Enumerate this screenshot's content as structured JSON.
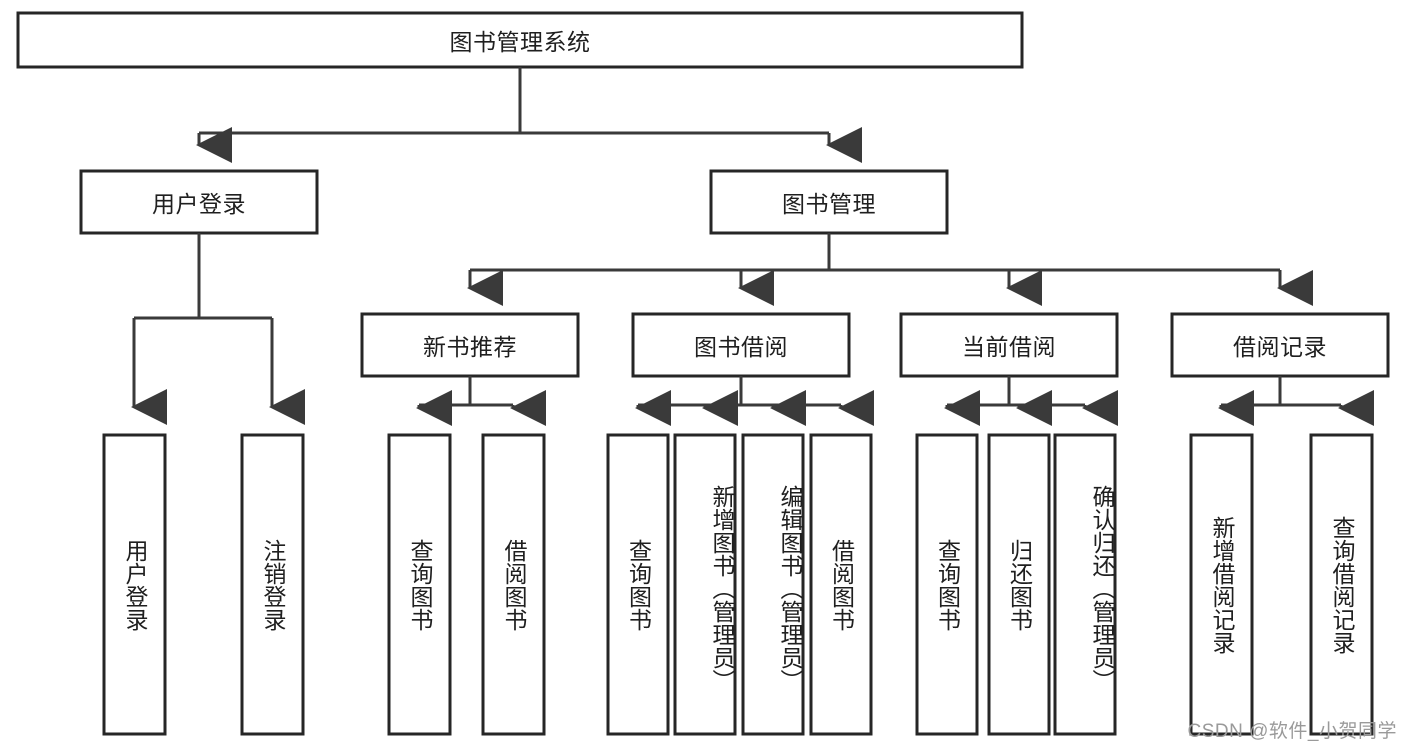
{
  "diagram": {
    "type": "tree-hierarchy-chart",
    "title": "图书管理系统",
    "background_color": "#ffffff",
    "box_stroke_color": "#262626",
    "line_color": "#3a3a3a",
    "text_color": "#1f1f1f",
    "root": {
      "label": "图书管理系统"
    },
    "level2": [
      {
        "label": "用户登录"
      },
      {
        "label": "图书管理"
      }
    ],
    "level3": [
      {
        "label": "新书推荐"
      },
      {
        "label": "图书借阅"
      },
      {
        "label": "当前借阅"
      },
      {
        "label": "借阅记录"
      }
    ],
    "leaves": {
      "user_login": [
        {
          "label": "用户登录"
        },
        {
          "label": "注销登录"
        }
      ],
      "new_book_recommend": [
        {
          "label": "查询图书"
        },
        {
          "label": "借阅图书"
        }
      ],
      "book_borrow": [
        {
          "label": "查询图书"
        },
        {
          "label": "新增图书（管理员）"
        },
        {
          "label": "编辑图书（管理员）"
        },
        {
          "label": "借阅图书"
        }
      ],
      "current_borrow": [
        {
          "label": "查询图书"
        },
        {
          "label": "归还图书"
        },
        {
          "label": "确认归还（管理员）"
        }
      ],
      "borrow_record": [
        {
          "label": "新增借阅记录"
        },
        {
          "label": "查询借阅记录"
        }
      ]
    },
    "watermark": "CSDN @软件_小贺同学"
  }
}
